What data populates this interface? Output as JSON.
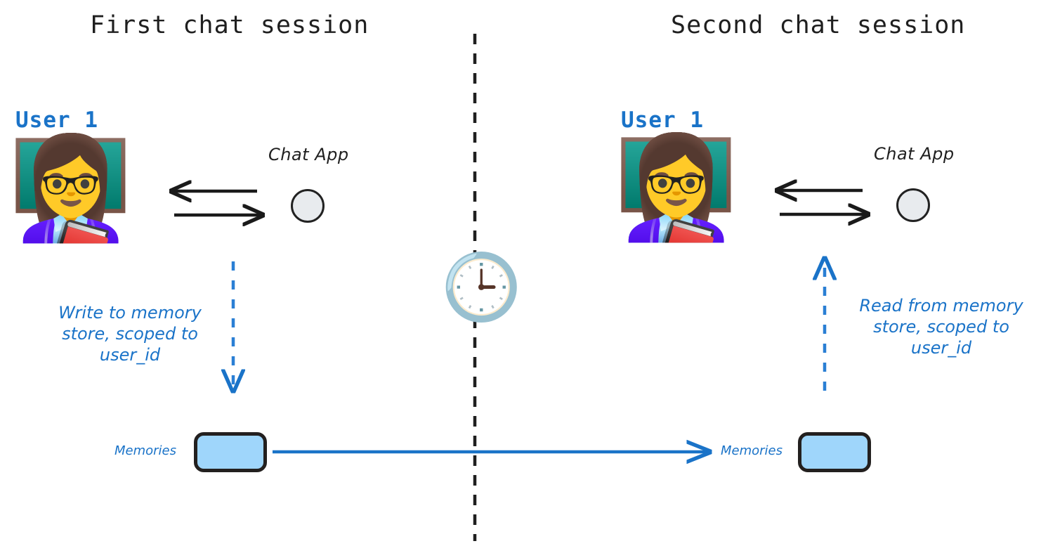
{
  "diagram": {
    "title_left": "First chat session",
    "title_right": "Second chat session",
    "divider": "vertical-dashed-time-divider",
    "clock_icon": "🕒",
    "colors": {
      "accent_blue": "#1a73c8",
      "memory_fill": "#9fd6fb",
      "memory_border": "#23201f",
      "chat_circle_fill": "#e8ebee",
      "text_dark": "#1f1f1f",
      "arrow_black": "#1a1a1a"
    }
  },
  "left_session": {
    "title": "First chat session",
    "user_label": "User 1",
    "user_avatar": "👩‍🏫",
    "chat_app_label": "Chat App",
    "chat_app_icon": "chat-app-circle",
    "exchange_arrow_in": "arrow-left-from-chat-app",
    "exchange_arrow_out": "arrow-right-to-chat-app",
    "note": "Write to memory\nstore, scoped to\nuser_id",
    "flow_arrow": "dashed-arrow-down-write",
    "memory_label": "Memories",
    "memory_box": "memory-store-box"
  },
  "right_session": {
    "title": "Second chat session",
    "user_label": "User 1",
    "user_avatar": "👩‍🏫",
    "chat_app_label": "Chat App",
    "chat_app_icon": "chat-app-circle",
    "exchange_arrow_in": "arrow-left-from-chat-app",
    "exchange_arrow_out": "arrow-right-to-chat-app",
    "note": "Read from memory\nstore, scoped to\nuser_id",
    "flow_arrow": "dashed-arrow-up-read",
    "memory_label": "Memories",
    "memory_box": "memory-store-box"
  },
  "persistence": {
    "arrow": "solid-blue-arrow-memories-carry-over"
  }
}
